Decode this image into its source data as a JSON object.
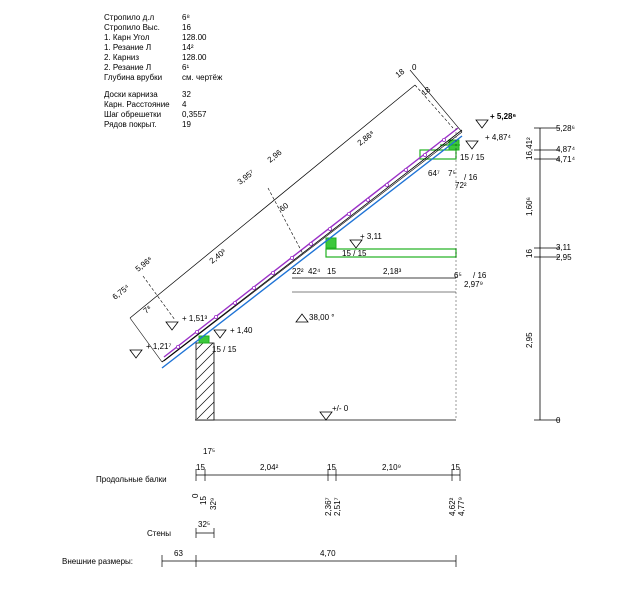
{
  "params": [
    {
      "label": "Стропило д.л",
      "value": "6⁸"
    },
    {
      "label": "Стропило Выс.",
      "value": "16"
    },
    {
      "label": "1. Карн Угол",
      "value": "128.00"
    },
    {
      "label": "1. Резание Л",
      "value": "14²"
    },
    {
      "label": "2. Карниз",
      "value": "128.00"
    },
    {
      "label": "2. Резание Л",
      "value": "6¹"
    },
    {
      "label": "Глубина врубки",
      "value": "см. чертёж"
    },
    {
      "label": "Доски карниза",
      "value": "32"
    },
    {
      "label": "Карн. Расстояние",
      "value": "4"
    },
    {
      "label": "Шаг обрешетки",
      "value": "0,3557"
    },
    {
      "label": "Рядов покрыт.",
      "value": "19"
    }
  ],
  "roof": {
    "angle_label": "38,00 °",
    "angle_60": "60",
    "slope_dims": [
      "2,86⁸",
      "2,40³",
      "6,75⁴",
      "5,96⁶",
      "3,95⁷",
      "2,96",
      "7⁸"
    ],
    "top_marks": [
      "0",
      "18",
      "18"
    ],
    "elevations_left": [
      "+ 5,28⁶",
      "+ 4,87⁴",
      "+ 3,11",
      "+ 1,40",
      "+ 1,51³",
      "+ 1,21⁷"
    ],
    "beam_labels": [
      "15 / 15",
      "15 / 15",
      "15 / 15"
    ],
    "overhang_labels": [
      "64⁷",
      "7⁵",
      "/ 16",
      "72²"
    ],
    "horizontal_dims": [
      "22²",
      "42⁴",
      "15",
      "2,18³",
      "6⁵",
      "/ 16",
      "2,97⁹"
    ],
    "zero_label": "+/- 0"
  },
  "right_scale": {
    "labels": [
      "5,28⁶",
      "4,87⁴",
      "4,71⁴",
      "3,11",
      "2,95",
      "0"
    ],
    "side_labels": [
      "16,41²",
      "1,60⁶",
      "16",
      "2,95"
    ]
  },
  "bottom": {
    "label_17": "17⁵",
    "purlins_label": "Продольные балки",
    "purlins_top": [
      "15",
      "2,04²",
      "15",
      "2,10⁹",
      "15"
    ],
    "purlins_bottom": [
      "0",
      "15",
      "32⁹",
      "2,36⁷",
      "2,51⁷",
      "4,62²",
      "4,77⁹"
    ],
    "walls_label": "Стены",
    "walls_value": "32⁵",
    "outer_label": "Внешние размеры:",
    "outer_values": [
      "63",
      "4,70"
    ]
  },
  "colors": {
    "rafter_purple": "#9b30c8",
    "rafter_blue": "#1e73d6",
    "purlin_green": "#20b020",
    "purlin_fill": "#3cc83c"
  }
}
